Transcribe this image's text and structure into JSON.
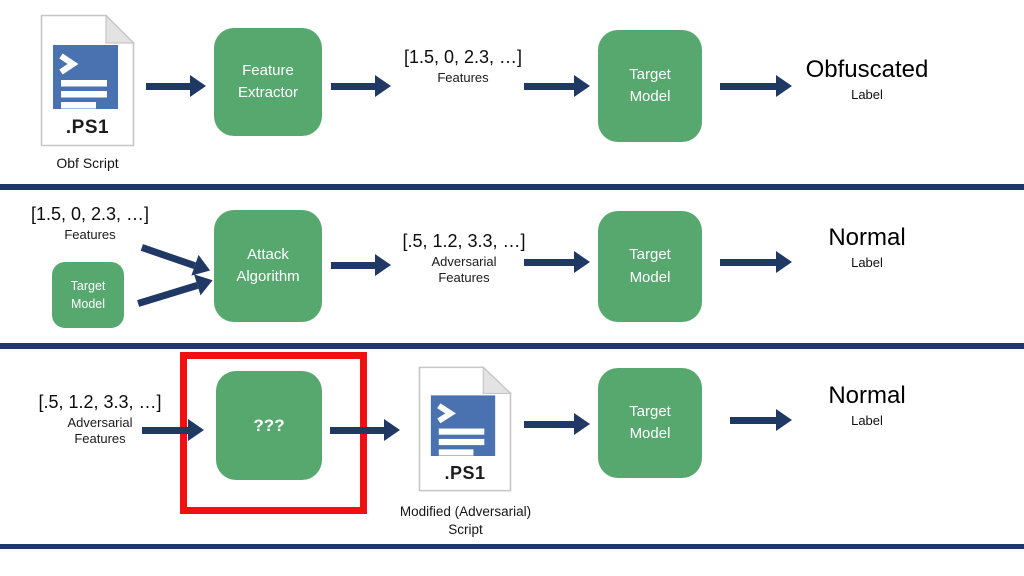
{
  "colors": {
    "navy": "#1F3864",
    "green": "#57A86F",
    "red": "#F01010",
    "blue": "#4A72B0"
  },
  "row1": {
    "file_label": ".PS1",
    "file_caption": "Obf Script",
    "feature_extractor": {
      "line1": "Feature",
      "line2": "Extractor"
    },
    "features": {
      "value": "[1.5, 0, 2.3, …]",
      "caption": "Features"
    },
    "target_model": {
      "line1": "Target",
      "line2": "Model"
    },
    "result": {
      "label": "Obfuscated",
      "caption": "Label"
    }
  },
  "row2": {
    "features": {
      "value": "[1.5, 0, 2.3, …]",
      "caption": "Features"
    },
    "target_model_input": {
      "line1": "Target",
      "line2": "Model"
    },
    "attack_algorithm": {
      "line1": "Attack",
      "line2": "Algorithm"
    },
    "adversarial": {
      "value": "[.5, 1.2, 3.3, …]",
      "caption1": "Adversarial",
      "caption2": "Features"
    },
    "target_model": {
      "line1": "Target",
      "line2": "Model"
    },
    "result": {
      "label": "Normal",
      "caption": "Label"
    }
  },
  "row3": {
    "adversarial": {
      "value": "[.5, 1.2, 3.3, …]",
      "caption1": "Adversarial",
      "caption2": "Features"
    },
    "unknown": {
      "label": "???"
    },
    "file_label": ".PS1",
    "file_caption1": "Modified (Adversarial)",
    "file_caption2": "Script",
    "target_model": {
      "line1": "Target",
      "line2": "Model"
    },
    "result": {
      "label": "Normal",
      "caption": "Label"
    }
  }
}
